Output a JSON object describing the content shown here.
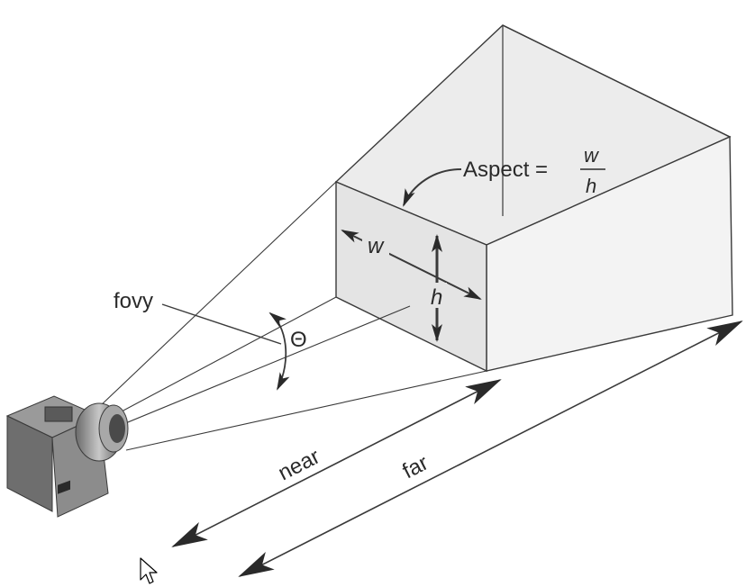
{
  "diagram": {
    "labels": {
      "aspect": "Aspect =",
      "aspect_numerator": "w",
      "aspect_denominator": "h",
      "width": "w",
      "height": "h",
      "fovy": "fovy",
      "theta": "Θ",
      "near": "near",
      "far": "far"
    },
    "icons": [
      "camera-icon",
      "mouse-cursor-icon"
    ],
    "colors": {
      "background": "#ffffff",
      "line": "#3a3a3a",
      "face_fill": "#e6e6e6",
      "face_fill_light": "#efefef",
      "camera_body": "#7a7a7a"
    }
  }
}
